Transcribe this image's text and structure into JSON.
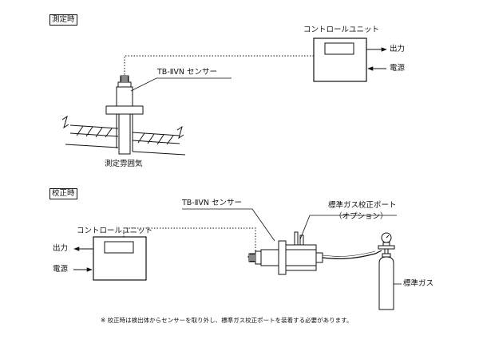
{
  "measurement": {
    "section_label": "測定時",
    "control_unit_label": "コントロールユニット",
    "output_label": "出力",
    "power_label": "電源",
    "sensor_label": "TB-ⅡVN センサー",
    "atmosphere_label": "測定雰囲気"
  },
  "calibration": {
    "section_label": "校正時",
    "sensor_label": "TB-ⅡVN センサー",
    "port_label": "標準ガス校正ポート",
    "option_label": "（オプション）",
    "control_unit_label": "コントロールユニット",
    "output_label": "出力",
    "power_label": "電源",
    "gas_label": "標準ガス"
  },
  "footnote": "※ 校正時は検出体からセンサーを取り外し、標準ガス校正ポートを装着する必要があります。"
}
